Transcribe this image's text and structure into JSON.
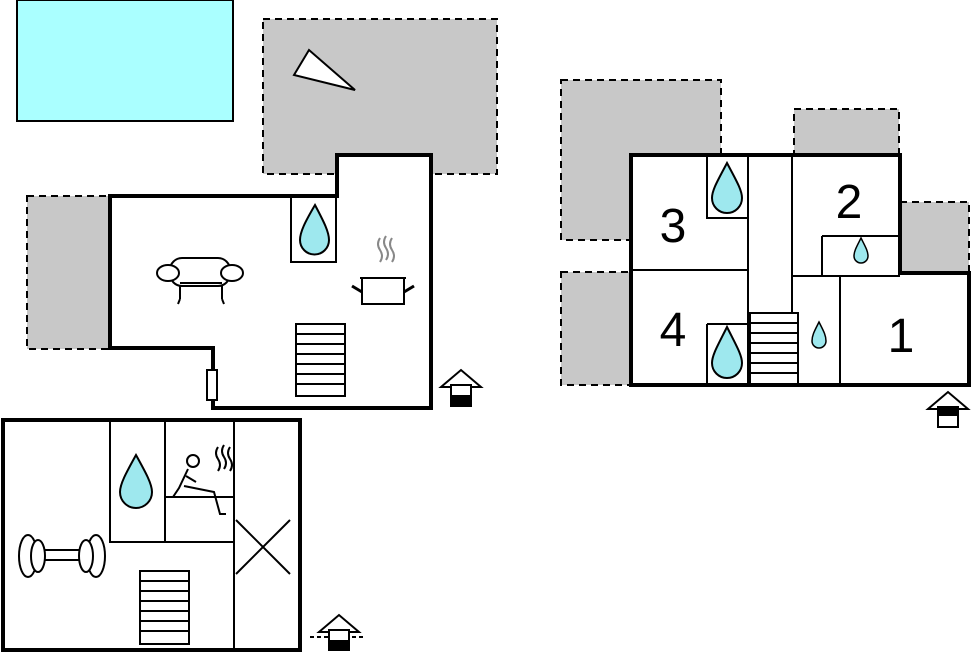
{
  "colors": {
    "pool": "#aaffff",
    "terrace": "#c8c8c8",
    "water": "#9ee8ee",
    "wall": "#000000",
    "background": "#ffffff"
  },
  "floors": {
    "upper": {
      "rooms": [
        {
          "label": "3"
        },
        {
          "label": "2"
        },
        {
          "label": "4"
        },
        {
          "label": "1"
        }
      ]
    }
  }
}
